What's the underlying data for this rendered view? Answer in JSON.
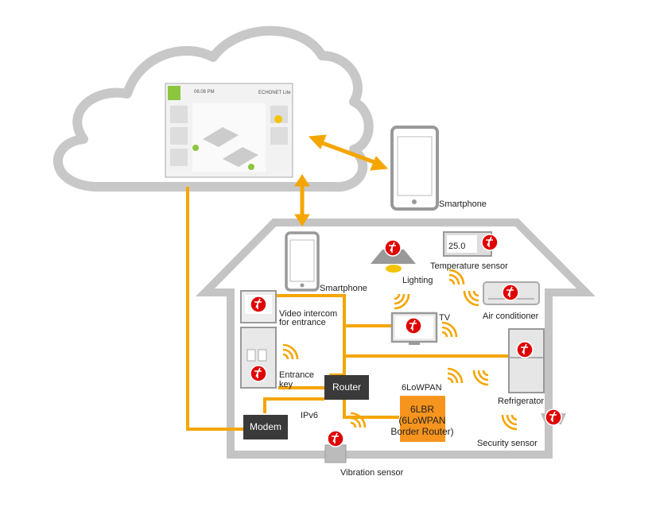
{
  "labels": {
    "smartphone_cloud": "Smartphone",
    "smartphone_home": "Smartphone",
    "temperature_sensor": "Temperature sensor",
    "lighting": "Lighting",
    "air_conditioner": "Air conditioner",
    "video_intercom_line1": "Video intercom",
    "video_intercom_line2": "for entrance",
    "tv": "TV",
    "entrance_key_line1": "Entrance",
    "entrance_key_line2": "key",
    "refrigerator": "Refrigerator",
    "router": "Router",
    "sixlowpan": "6LoWPAN",
    "modem": "Modem",
    "ipv6": "IPv6",
    "lbr_line1": "6LBR",
    "lbr_line2": "(6LoWPAN",
    "lbr_line3": "Border Router)",
    "security_sensor": "Security sensor",
    "vibration_sensor": "Vibration sensor"
  },
  "screen": {
    "time": "06:08 PM",
    "logo_text": "ECHONET Lite"
  },
  "display": {
    "temperature": "25.0"
  },
  "colors": {
    "link": "#f5a500",
    "house_outline": "#c4c4c4",
    "box_dark": "#3a3a3a",
    "lbr_fill": "#f7941d",
    "badge_red": "#e00000",
    "cloud_stroke": "#c8c8c8"
  }
}
